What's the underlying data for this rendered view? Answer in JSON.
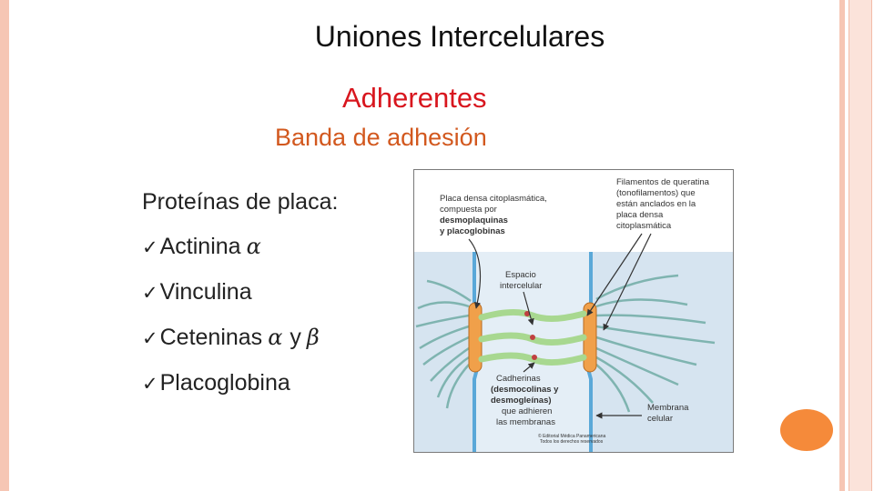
{
  "slide": {
    "title": "Uniones Intercelulares",
    "subtitle": "Adherentes",
    "subsubtitle": "Banda de adhesión",
    "intro": "Proteínas de placa:",
    "bullets": [
      {
        "text": "Actinina",
        "greek": "α"
      },
      {
        "text": "Vinculina",
        "greek": ""
      },
      {
        "text": "Ceteninas",
        "greek": "α",
        "joiner": "y",
        "greek2": "β"
      },
      {
        "text": "Placoglobina",
        "greek": ""
      }
    ],
    "check_glyph": "✓"
  },
  "figure": {
    "label_placa_line1": "Placa densa citoplasmática,",
    "label_placa_line2": "compuesta por",
    "label_placa_bold1": "desmoplaquinas",
    "label_placa_bold2": "y placoglobinas",
    "label_fil_line1": "Filamentos de queratina",
    "label_fil_line2": "(tonofilamentos) que",
    "label_fil_line3": "están anclados en la",
    "label_fil_line4": "placa densa",
    "label_fil_line5": "citoplasmática",
    "label_espacio_line1": "Espacio",
    "label_espacio_line2": "intercelular",
    "label_cad_line1": "Cadherinas",
    "label_cad_bold1": "(desmocolinas y",
    "label_cad_bold2": "desmogleínas)",
    "label_cad_line2": "que adhieren",
    "label_cad_line3": "las membranas",
    "label_mem_line1": "Membrana",
    "label_mem_line2": "celular",
    "credit_line1": "© Editorial Médica Panamericana",
    "credit_line2": "Todos los derechos reservados",
    "colors": {
      "cell": "#d6e4f0",
      "membrane": "#5aa8d8",
      "plaque": "#f0a04a",
      "fiber": "#7fb4b0",
      "cadherin": "#a8d890",
      "arrow": "#333333"
    }
  },
  "colors": {
    "title": "#111111",
    "subtitle": "#d8161e",
    "subsubtitle": "#d2581e",
    "frame": "#f6c6b4",
    "accent_dot": "#f58a3a"
  }
}
